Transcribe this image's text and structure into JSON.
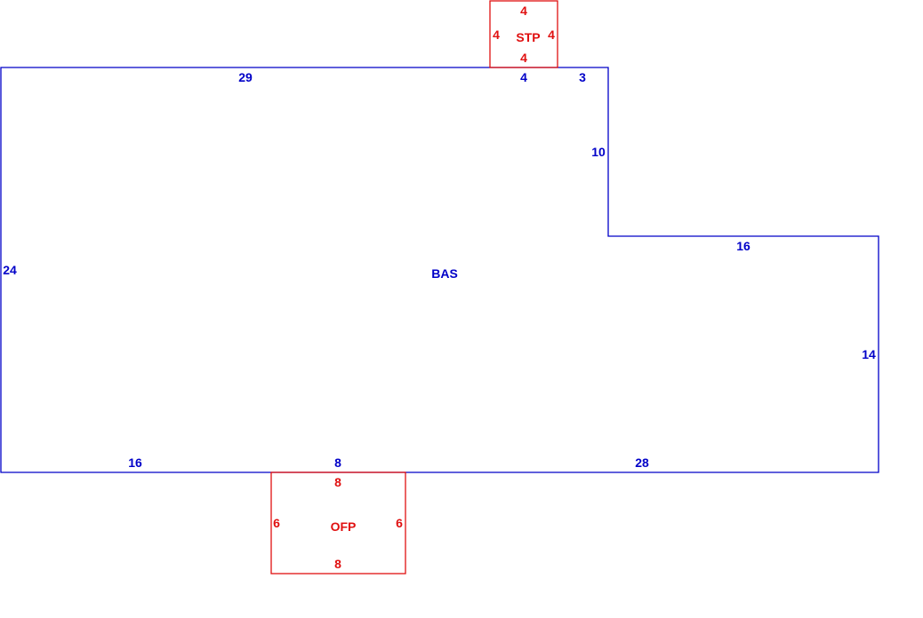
{
  "colors": {
    "main": "#0000c8",
    "addition": "#e01010"
  },
  "areas": {
    "bas": {
      "label": "BAS",
      "dims": {
        "top_left": "29",
        "top_mid": "4",
        "top_right": "3",
        "right_upper": "10",
        "step": "16",
        "right_lower": "14",
        "left": "24",
        "bottom_left": "16",
        "bottom_mid": "8",
        "bottom_right": "28"
      }
    },
    "stp": {
      "label": "STP",
      "dims": {
        "top": "4",
        "left": "4",
        "right": "4",
        "bottom": "4"
      }
    },
    "ofp": {
      "label": "OFP",
      "dims": {
        "top": "8",
        "left": "6",
        "right": "6",
        "bottom": "8"
      }
    }
  }
}
